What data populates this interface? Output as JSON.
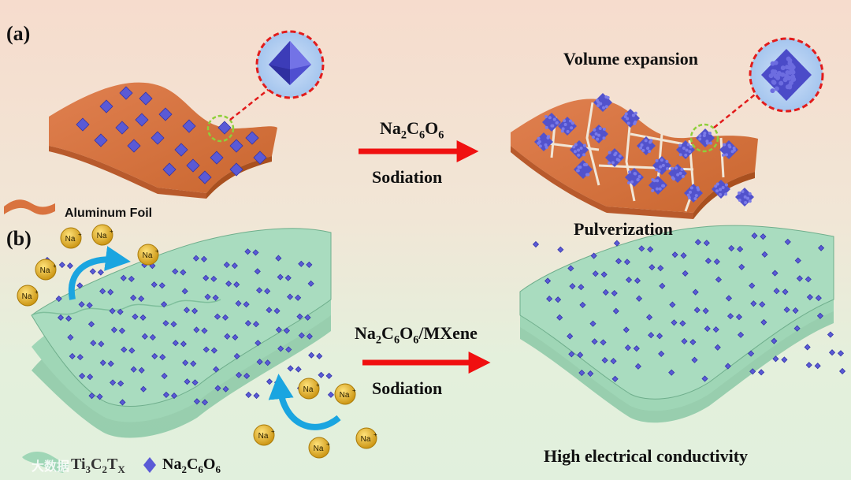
{
  "labels": {
    "panel_a": "(a)",
    "panel_b": "(b)",
    "volume_expansion": "Volume expansion",
    "pulverization": "Pulverization",
    "aluminum_foil": "Aluminum Foil",
    "sodiation_a": "Sodiation",
    "sodiation_b": "Sodiation",
    "high_conductivity": "High electrical  conductivity"
  },
  "formulas": {
    "reaction_a": {
      "parts": [
        "Na",
        "2",
        "C",
        "6",
        "O",
        "6"
      ]
    },
    "reaction_b": {
      "parts": [
        "Na",
        "2",
        "C",
        "6",
        "O",
        "6",
        "/MXene"
      ]
    },
    "legend_mxene": {
      "parts": [
        "Ti",
        "3",
        "C",
        "2",
        "T",
        "X"
      ]
    },
    "legend_na2c6o6": {
      "parts": [
        "Na",
        "2",
        "C",
        "6",
        "O",
        "6"
      ]
    }
  },
  "na_ion_label": "Na",
  "na_ion_charge": "+",
  "colors": {
    "foil": "#d9733f",
    "foil_dark": "#b85a2c",
    "crystal": "#5a5ad6",
    "mxene": "#9fd6b6",
    "arrow_red": "#f01010",
    "cycle_arrow": "#1aa5e0",
    "na_ion": "#e7b21c",
    "zoom_circle": "#e21b1b",
    "zoom_marker": "#8ecf3a"
  },
  "watermark": "大数据"
}
